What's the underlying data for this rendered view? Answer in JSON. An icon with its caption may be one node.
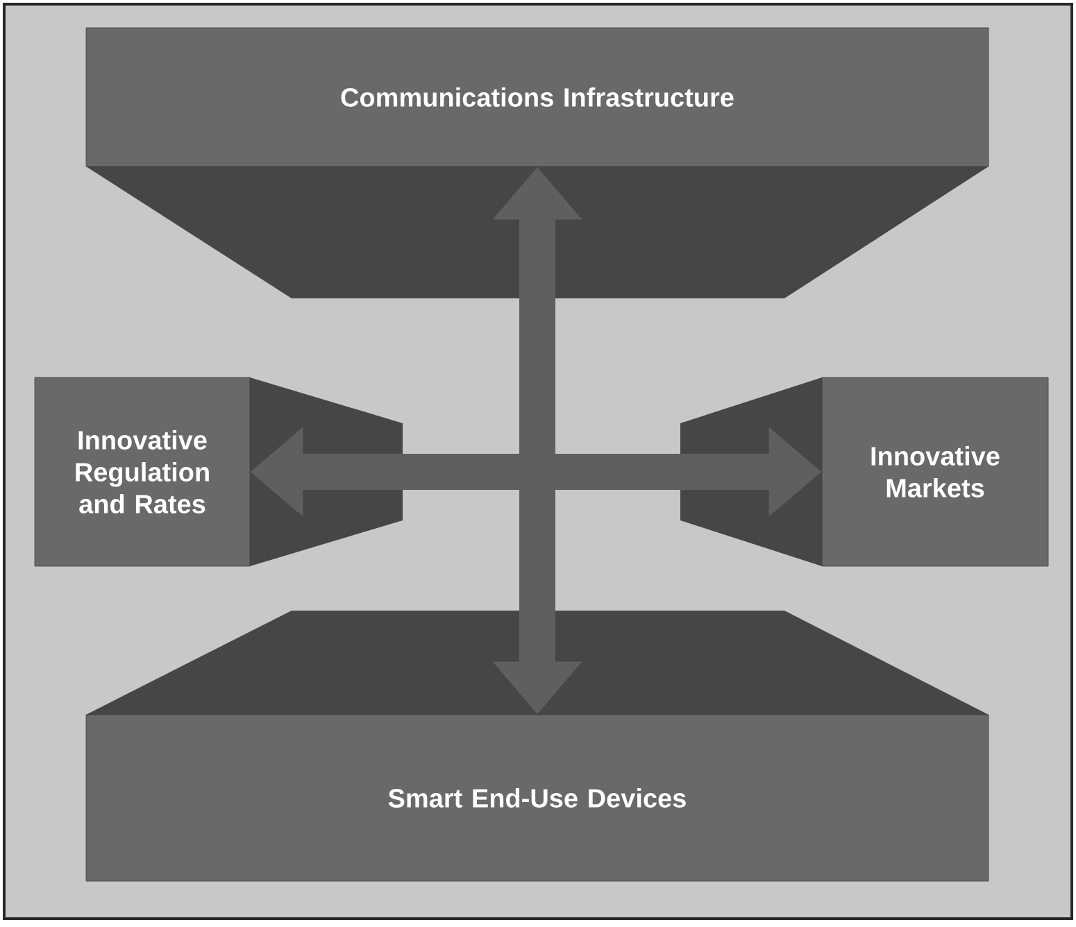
{
  "diagram": {
    "nodes": [
      {
        "text": [
          "Communications Infrastructure"
        ]
      },
      {
        "text": [
          "Innovative Regulation and Rates"
        ]
      },
      {
        "text": [
          "Innovative Markets"
        ]
      },
      {
        "text": [
          "Smart End-Use Devices"
        ]
      }
    ],
    "edges": [
      {
        "from": 0,
        "to": 3,
        "arrow": "both"
      },
      {
        "from": 1,
        "to": 2,
        "arrow": "both"
      }
    ]
  }
}
